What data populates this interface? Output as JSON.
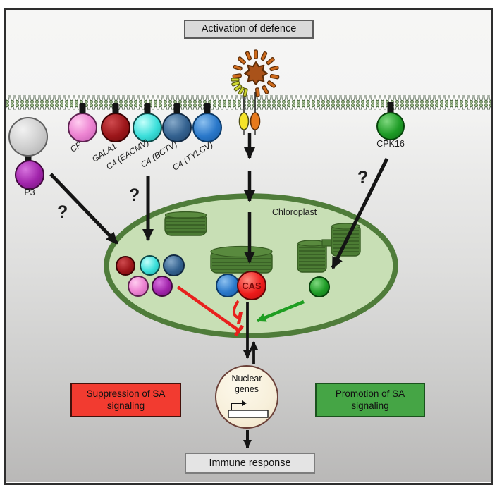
{
  "activation_box": {
    "label": "Activation of defence"
  },
  "proteins": {
    "cp": {
      "label": "CP"
    },
    "gala1": {
      "label": "GALA1"
    },
    "c4_eacmv": {
      "label": "C4 (EACMV)"
    },
    "c4_bctv": {
      "label": "C4 (BCTV)"
    },
    "c4_tylcv": {
      "label": "C4 (TYLCV)"
    },
    "cpk16": {
      "label": "CPK16"
    },
    "p3": {
      "label": "P3"
    }
  },
  "chloroplast": {
    "label": "Chloroplast",
    "cas": "CAS"
  },
  "nucleus": {
    "line1": "Nuclear",
    "line2": "genes"
  },
  "outcome_boxes": {
    "suppression": {
      "line1": "Suppression of SA",
      "line2": "signaling"
    },
    "promotion": {
      "line1": "Promotion of SA",
      "line2": "signaling"
    },
    "immune": {
      "label": "Immune response"
    }
  },
  "annotations": {
    "question_mark": "?"
  },
  "colors": {
    "suppression_box": "#f23b30",
    "promotion_box": "#45a545",
    "neutral_box": "#d9d9d9",
    "chloroplast_fill": "#c8dfb5",
    "chloroplast_border": "#4f7c3a",
    "cas_red": "#ee1b1b",
    "inhibition_red": "#e8211d",
    "promotion_arrow_green": "#1f9e22",
    "cp_pink": "#ee86d3",
    "gala1_dark_red": "#9c161a",
    "c4_eacmv_cyan": "#3bdfda",
    "c4_bctv_steel_blue": "#33618f",
    "c4_tylcv_blue": "#2a78ca",
    "cpk16_green": "#1e9c26",
    "p3_purple": "#a124ab",
    "virus_orange": "#cf6b1c",
    "receptor_yellow": "#f6e428",
    "receptor_orange": "#e87a1d"
  }
}
